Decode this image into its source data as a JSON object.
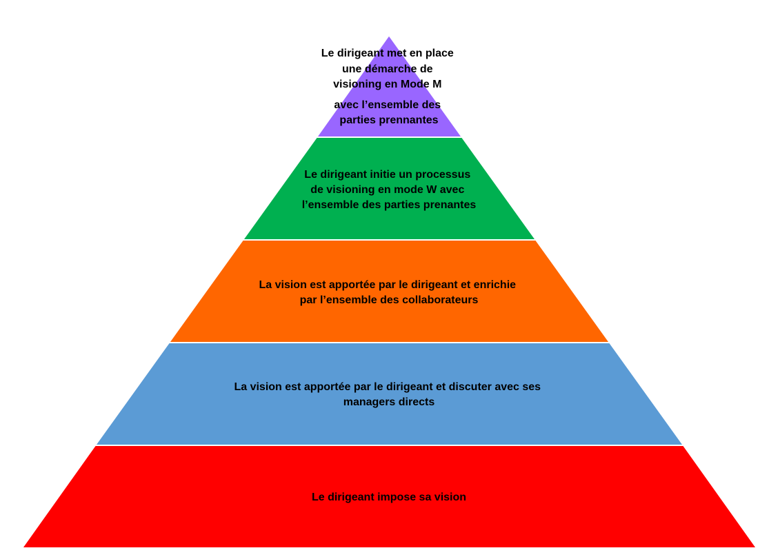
{
  "pyramid": {
    "tiers": [
      {
        "level": 5,
        "color": "#9966FF",
        "lines": [
          "Le dirigeant met en place",
          "une démarche de",
          "visioning en Mode M",
          "avec l’ensemble des",
          "parties prennantes"
        ]
      },
      {
        "level": 4,
        "color": "#00B050",
        "lines": [
          "Le dirigeant initie un processus",
          "de visioning en mode W avec",
          "l’ensemble des parties prenantes"
        ]
      },
      {
        "level": 3,
        "color": "#FF6600",
        "lines": [
          "La vision est apportée par le dirigeant et enrichie",
          "par l’ensemble des collaborateurs"
        ]
      },
      {
        "level": 2,
        "color": "#5B9BD5",
        "lines": [
          "La vision est apportée par le dirigeant et discuter avec ses",
          "managers directs"
        ]
      },
      {
        "level": 1,
        "color": "#FF0000",
        "lines": [
          "Le dirigeant impose sa vision"
        ]
      }
    ]
  }
}
